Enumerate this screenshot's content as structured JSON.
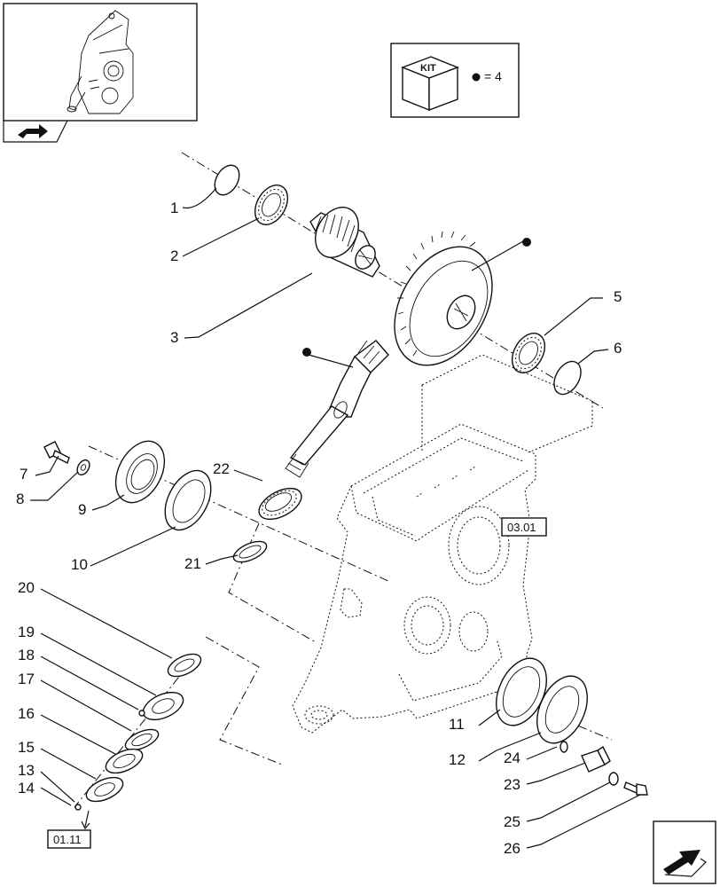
{
  "callouts": [
    {
      "id": "1",
      "label": "1"
    },
    {
      "id": "2",
      "label": "2"
    },
    {
      "id": "3",
      "label": "3"
    },
    {
      "id": "5",
      "label": "5"
    },
    {
      "id": "6",
      "label": "6"
    },
    {
      "id": "7",
      "label": "7"
    },
    {
      "id": "8",
      "label": "8"
    },
    {
      "id": "9",
      "label": "9"
    },
    {
      "id": "10",
      "label": "10"
    },
    {
      "id": "11",
      "label": "11"
    },
    {
      "id": "12",
      "label": "12"
    },
    {
      "id": "13",
      "label": "13"
    },
    {
      "id": "14",
      "label": "14"
    },
    {
      "id": "15",
      "label": "15"
    },
    {
      "id": "16",
      "label": "16"
    },
    {
      "id": "17",
      "label": "17"
    },
    {
      "id": "18",
      "label": "18"
    },
    {
      "id": "19",
      "label": "19"
    },
    {
      "id": "20",
      "label": "20"
    },
    {
      "id": "21",
      "label": "21"
    },
    {
      "id": "22",
      "label": "22"
    },
    {
      "id": "23",
      "label": "23"
    },
    {
      "id": "24",
      "label": "24"
    },
    {
      "id": "25",
      "label": "25"
    },
    {
      "id": "26",
      "label": "26"
    }
  ],
  "references": {
    "housing_ref": "03.01",
    "output_ref": "01.11"
  },
  "kit_box": {
    "kit_label": "KIT",
    "equals_text": "= 4"
  },
  "icons": {
    "thumbnail_nav": "previous-page-arrow-icon",
    "corner_nav": "next-page-arrow-icon",
    "kit_marker": "filled-dot-icon"
  }
}
